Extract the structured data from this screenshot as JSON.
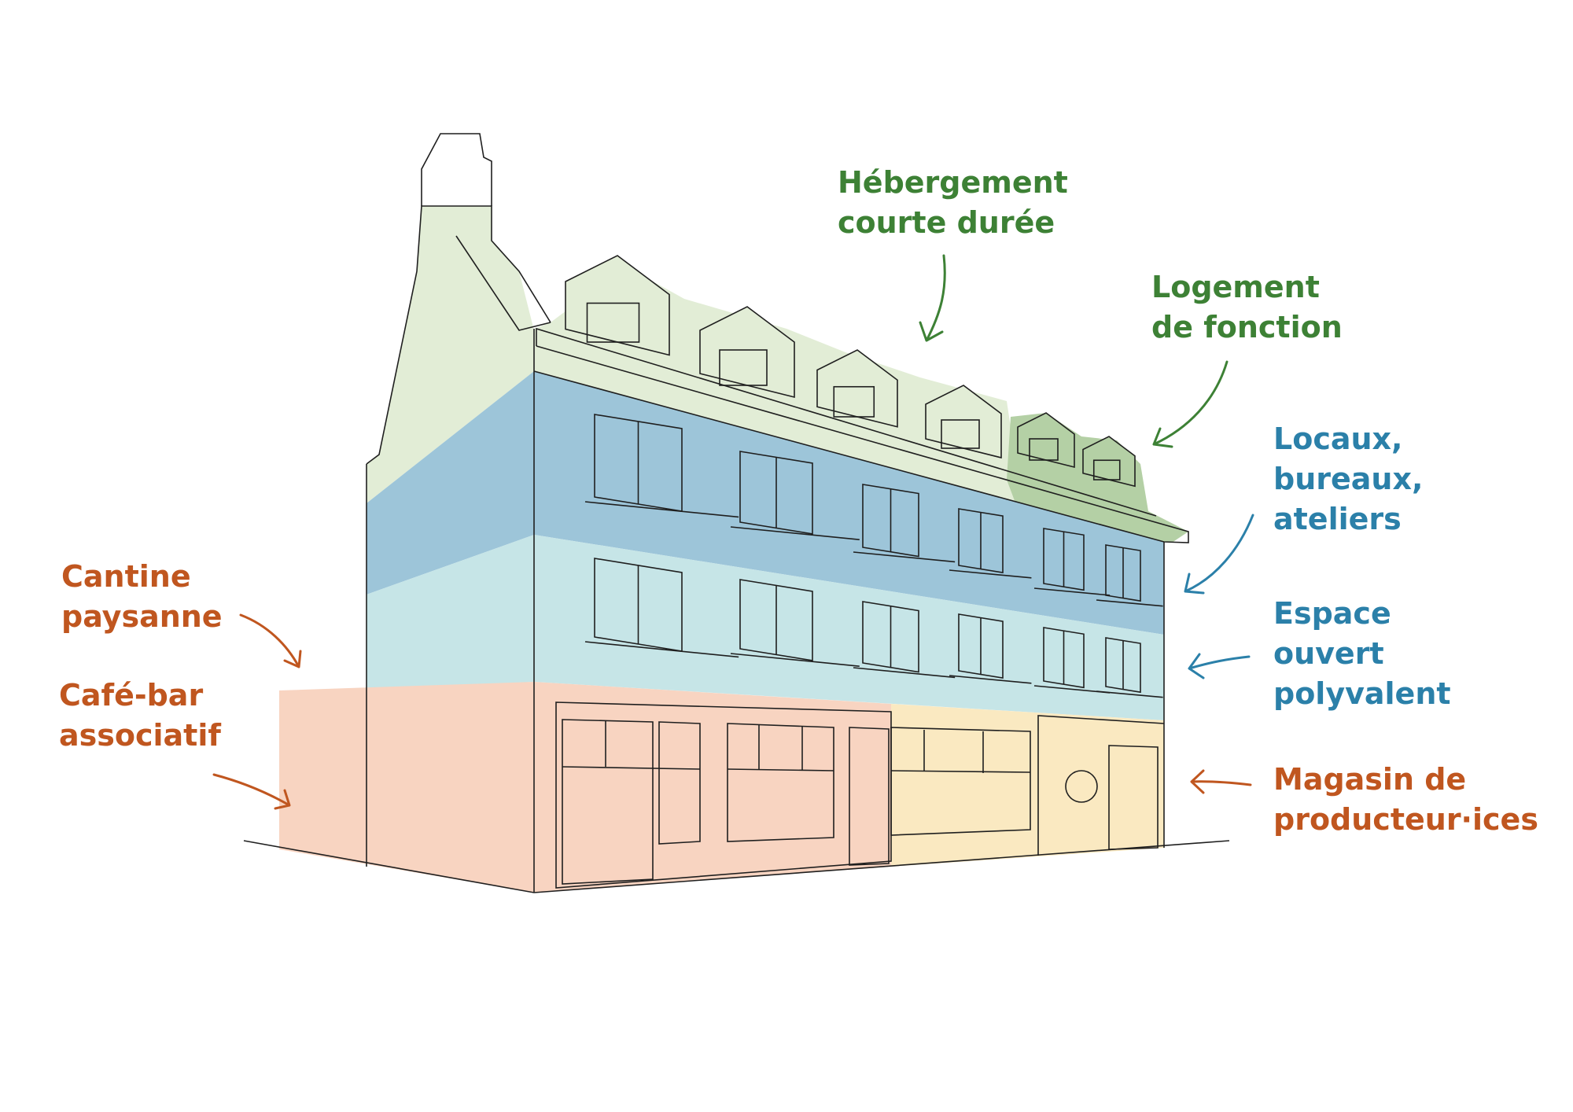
{
  "labels": {
    "short_stay": [
      "Hébergement",
      "courte durée"
    ],
    "staff_housing": [
      "Logement",
      "de fonction"
    ],
    "offices": [
      "Locaux,",
      "bureaux,",
      "ateliers"
    ],
    "open_space": [
      "Espace",
      "ouvert",
      "polyvalent"
    ],
    "producer_shop": [
      "Magasin de",
      "producteur·ices"
    ],
    "farm_canteen": [
      "Cantine",
      "paysanne"
    ],
    "cafe_bar": [
      "Café-bar",
      "associatif"
    ]
  },
  "colors": {
    "green_text": "#3d8135",
    "blue_text": "#2b80a9",
    "orange_text": "#c0561f",
    "short_stay_fill": "#e2edd6",
    "staff_housing_fill": "#b4d0a5",
    "offices_fill": "#9dc5d9",
    "open_space_fill": "#c6e5e7",
    "canteen_cafe_fill": "#f8d4c1",
    "shop_fill": "#fae9c1"
  }
}
